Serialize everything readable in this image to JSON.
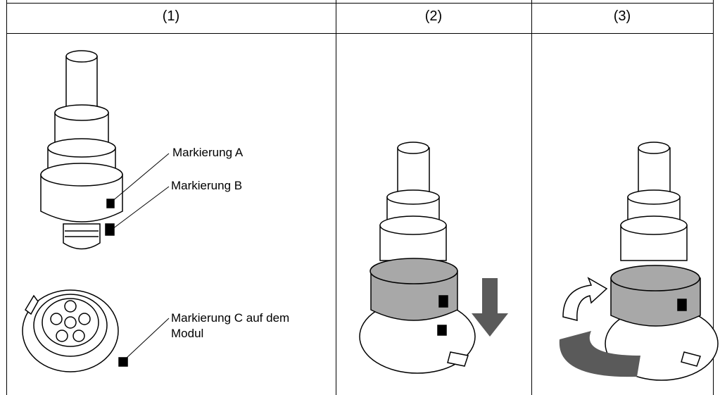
{
  "columns": [
    {
      "header": "(1)"
    },
    {
      "header": "(2)"
    },
    {
      "header": "(3)"
    }
  ],
  "labels": {
    "marker_a": "Markierung A",
    "marker_b": "Markierung B",
    "marker_c_line1": "Markierung C auf dem",
    "marker_c_line2": "Modul"
  },
  "colors": {
    "line": "#000000",
    "ring_gray": "#a8a8a8",
    "arrow_gray": "#5a5a5a"
  }
}
